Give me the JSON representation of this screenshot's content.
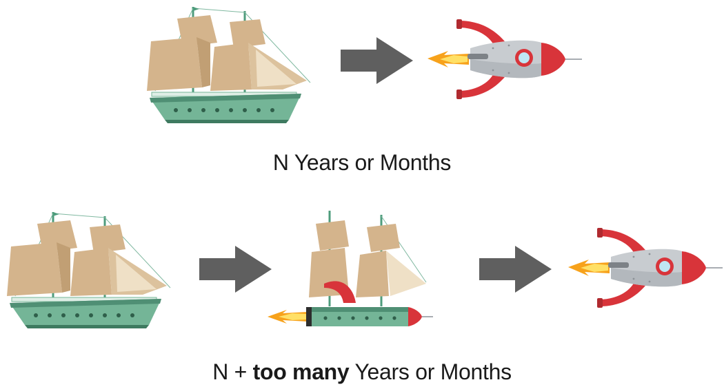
{
  "top_row": {
    "caption": "N Years or Months",
    "items": [
      "sailing-ship",
      "arrow",
      "rocket"
    ]
  },
  "bottom_row": {
    "caption_prefix": "N + ",
    "caption_emphasis": "too many",
    "caption_suffix": " Years or Months",
    "items": [
      "sailing-ship",
      "arrow",
      "ship-rocket-hybrid",
      "arrow",
      "rocket"
    ]
  },
  "colors": {
    "sail": "#d4b48c",
    "sail_shade": "#c19f74",
    "mast": "#4e9c7c",
    "hull": "#74b597",
    "hull_dark": "#4f8f74",
    "arrow": "#5f5f5f",
    "rocket_body": "#c8ccd0",
    "rocket_red": "#d8343a",
    "flame_outer": "#f7a21b",
    "flame_inner": "#ffe066"
  },
  "icons": {
    "ship": "sailing-ship-icon",
    "arrow": "arrow-right-icon",
    "rocket": "rocket-icon",
    "hybrid": "ship-rocket-hybrid-icon"
  }
}
